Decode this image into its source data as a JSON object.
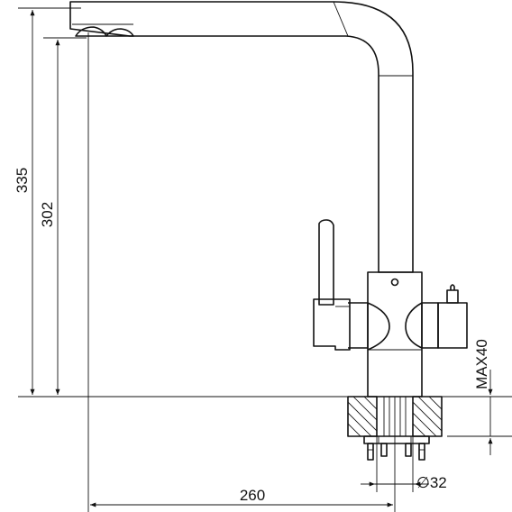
{
  "dimensions": {
    "overall_height": "335",
    "spout_height": "302",
    "spout_reach": "260",
    "max_thickness": "MAX40",
    "hole_diameter_symbol": "∅",
    "hole_diameter": "32"
  },
  "colors": {
    "line": "#111111",
    "background": "#ffffff"
  }
}
